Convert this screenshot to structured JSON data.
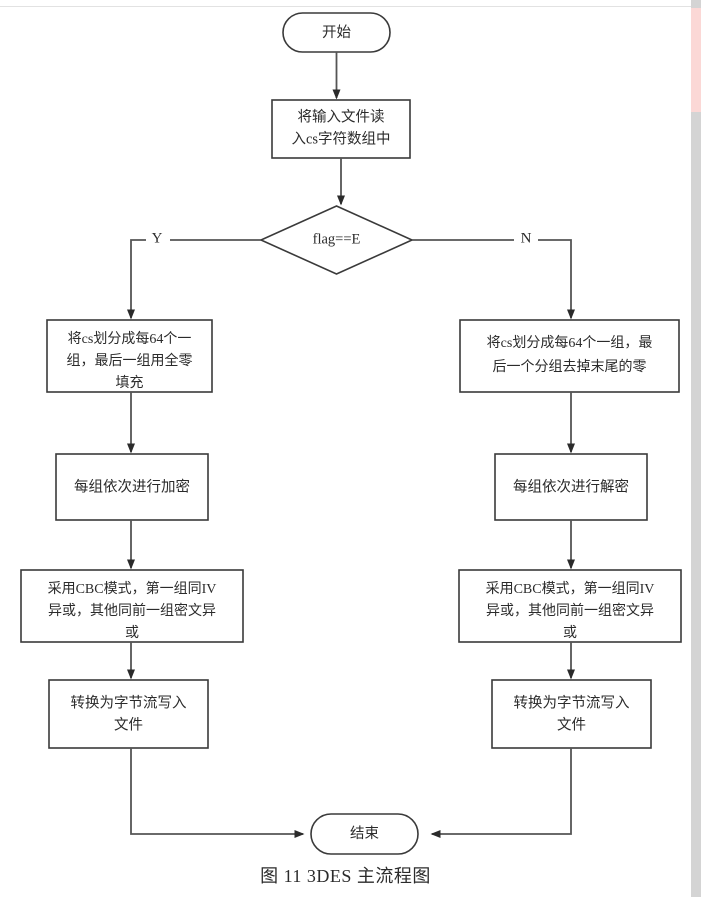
{
  "document": {
    "caption": "图 11 3DES 主流程图"
  },
  "scrollbar": {
    "thumb_color": "#fbd8d6",
    "track_color": "#d4d4d4"
  },
  "flowchart": {
    "title": "3DES 主流程图",
    "start_node": {
      "label": "开始",
      "shape": "stadium"
    },
    "read_node": {
      "line1": "将输入文件读",
      "line2": "入cs字符数组中",
      "shape": "process"
    },
    "decision": {
      "label": "flag==E",
      "shape": "diamond",
      "yes_label": "Y",
      "no_label": "N"
    },
    "left_branch": {
      "name": "encrypt-branch",
      "split_node": {
        "line1": "将cs划分成每64个一",
        "line2": "组，最后一组用全零",
        "line3": "填充"
      },
      "crypt_node": {
        "line1": "每组依次进行加密"
      },
      "cbc_node": {
        "line1": "采用CBC模式，第一组同IV",
        "line2": "异或，其他同前一组密文异",
        "line3": "或"
      },
      "write_node": {
        "line1": "转换为字节流写入",
        "line2": "文件"
      }
    },
    "right_branch": {
      "name": "decrypt-branch",
      "split_node": {
        "line1": "将cs划分成每64个一组，最",
        "line2": "后一个分组去掉末尾的零"
      },
      "crypt_node": {
        "line1": "每组依次进行解密"
      },
      "cbc_node": {
        "line1": "采用CBC模式，第一组同IV",
        "line2": "异或，其他同前一组密文异",
        "line3": "或"
      },
      "write_node": {
        "line1": "转换为字节流写入",
        "line2": "文件"
      }
    },
    "end_node": {
      "label": "结束",
      "shape": "stadium"
    },
    "colors": {
      "stroke": "#3a3a3a",
      "connector": "#555555",
      "text": "#2b2b2b",
      "fill": "#ffffff"
    }
  }
}
